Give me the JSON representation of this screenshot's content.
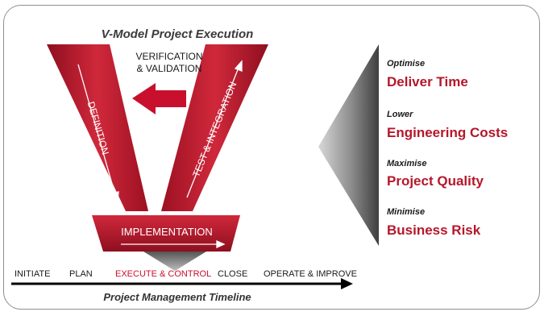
{
  "diagram": {
    "title": "V-Model Project Execution",
    "verification_line1": "VERIFICATION",
    "verification_line2": "& VALIDATION",
    "left_arm_label": "DEFINITION",
    "right_arm_label": "TEST & INTEGRATION",
    "base_label": "IMPLEMENTATION"
  },
  "timeline": {
    "phases": [
      {
        "label": "INITIATE"
      },
      {
        "label": "PLAN"
      },
      {
        "label": "EXECUTE & CONTROL"
      },
      {
        "label": "CLOSE"
      },
      {
        "label": "OPERATE & IMPROVE"
      }
    ],
    "active_phase": "EXECUTE & CONTROL",
    "label": "Project Management Timeline"
  },
  "benefits": [
    {
      "verb": "Optimise",
      "object": "Deliver Time"
    },
    {
      "verb": "Lower",
      "object": "Engineering Costs"
    },
    {
      "verb": "Maximise",
      "object": "Project Quality"
    },
    {
      "verb": "Minimise",
      "object": "Business Risk"
    }
  ],
  "colors": {
    "red": "#c8102e",
    "dark_red": "#8e0f1f",
    "text_red": "#b5172b",
    "gray": "#8a8a8a"
  }
}
